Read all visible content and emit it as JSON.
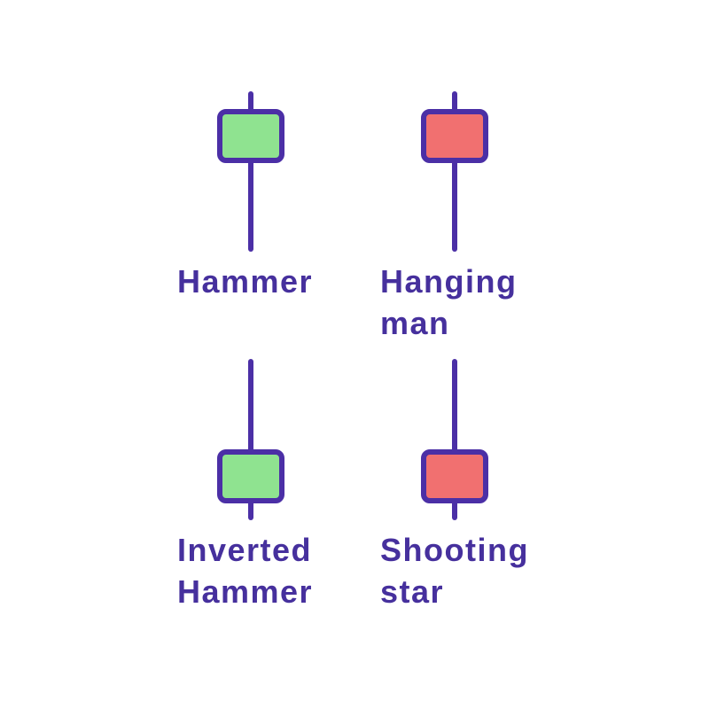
{
  "illustration": {
    "subject": "candlestick-patterns",
    "background": "#ffffff"
  },
  "colors": {
    "outline": "#4B2FA6",
    "label_text": "#46309D",
    "bullish_body": "#8FE390",
    "bearish_body": "#F17070"
  },
  "patterns": [
    {
      "name": "Hammer",
      "label": "Hammer",
      "direction": "bullish",
      "body_color": "#8FE390",
      "wick_position": "long-lower-wick"
    },
    {
      "name": "Hanging man",
      "label": "Hanging\nman",
      "direction": "bearish",
      "body_color": "#F17070",
      "wick_position": "long-lower-wick"
    },
    {
      "name": "Inverted Hammer",
      "label": "Inverted\nHammer",
      "direction": "bullish",
      "body_color": "#8FE390",
      "wick_position": "long-upper-wick"
    },
    {
      "name": "Shooting star",
      "label": "Shooting\nstar",
      "direction": "bearish",
      "body_color": "#F17070",
      "wick_position": "long-upper-wick"
    }
  ]
}
